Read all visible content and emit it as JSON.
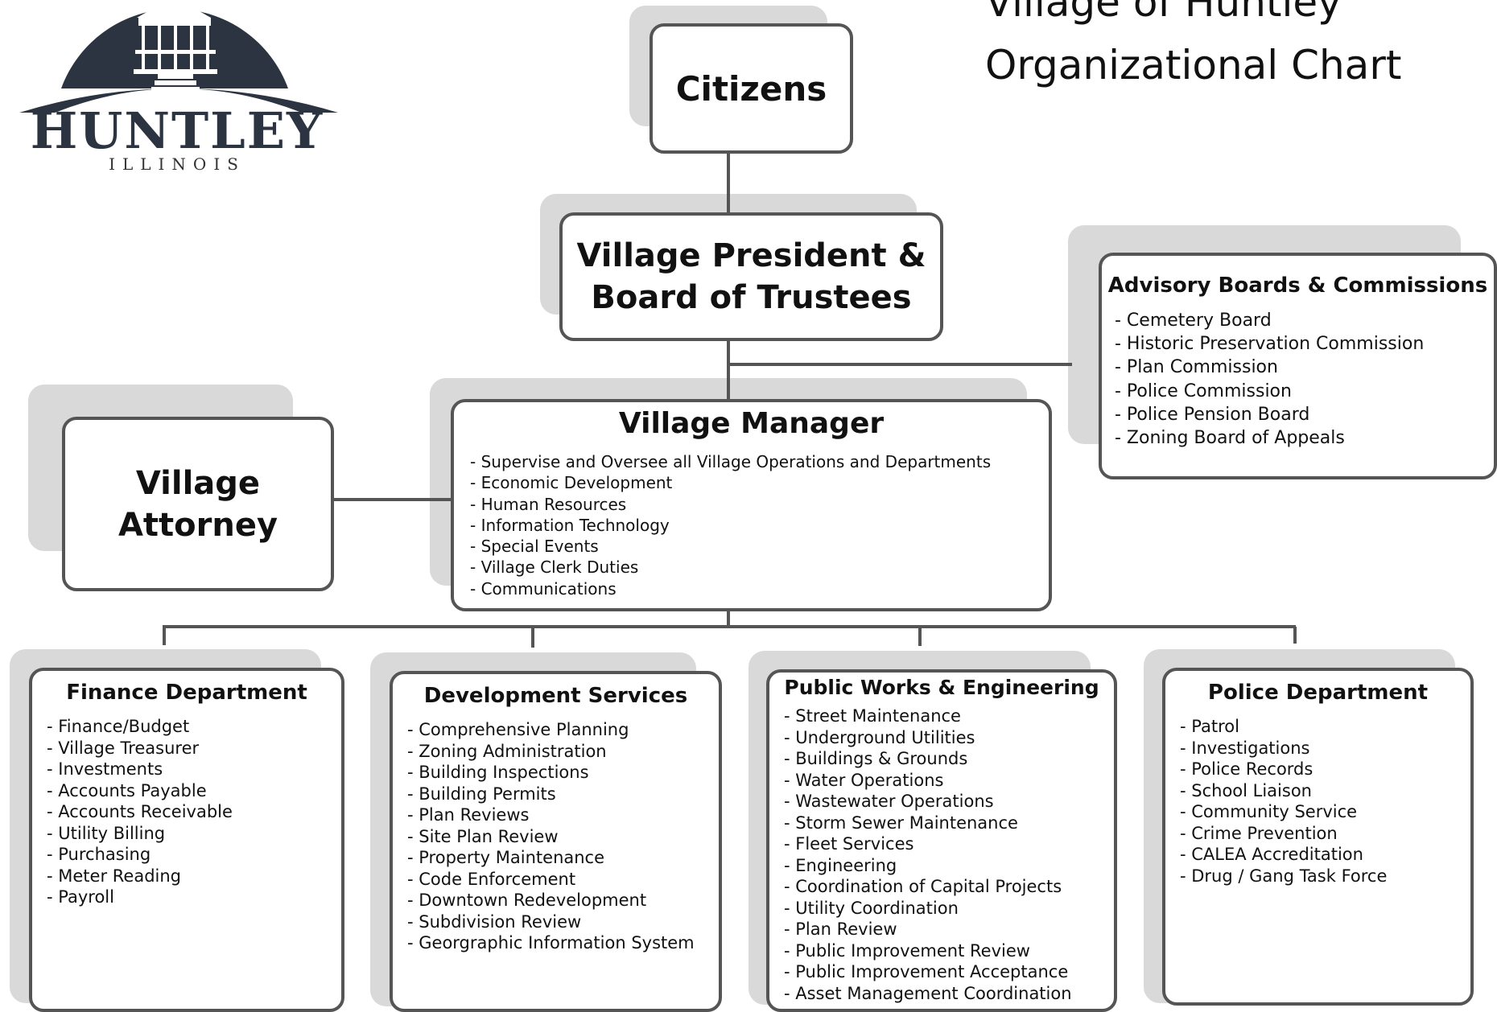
{
  "logo": {
    "name": "HUNTLEY",
    "state": "ILLINOIS"
  },
  "page_title": {
    "line_1": "Village of Huntley",
    "line_2": "Organizational Chart"
  },
  "colors": {
    "box_border": "#555555",
    "connector": "#555555",
    "shadow": "#d9d9d9",
    "logo_dark": "#2b3440"
  },
  "citizens": {
    "title": "Citizens"
  },
  "board": {
    "title_line_1": "Village President &",
    "title_line_2": "Board of Trustees"
  },
  "attorney": {
    "title_line_1": "Village",
    "title_line_2": "Attorney"
  },
  "manager": {
    "title": "Village Manager",
    "items": [
      "- Supervise and Oversee all Village Operations and Departments",
      "- Economic Development",
      "- Human Resources",
      "- Information Technology",
      "- Special Events",
      "- Village Clerk Duties",
      "- Communications"
    ]
  },
  "advisory": {
    "title": "Advisory Boards & Commissions",
    "items": [
      "- Cemetery Board",
      "- Historic Preservation Commission",
      "- Plan Commission",
      "- Police Commission",
      "- Police Pension Board",
      "- Zoning Board of Appeals"
    ]
  },
  "departments": {
    "finance": {
      "title": "Finance Department",
      "items": [
        "- Finance/Budget",
        "- Village Treasurer",
        "- Investments",
        "- Accounts Payable",
        "- Accounts Receivable",
        "- Utility Billing",
        "- Purchasing",
        "- Meter Reading",
        "- Payroll"
      ]
    },
    "development": {
      "title": "Development Services",
      "items": [
        "- Comprehensive Planning",
        "- Zoning Administration",
        "- Building Inspections",
        "- Building Permits",
        "- Plan Reviews",
        "- Site Plan Review",
        "- Property Maintenance",
        "- Code Enforcement",
        "- Downtown Redevelopment",
        "- Subdivision Review",
        "- Georgraphic Information System"
      ]
    },
    "public_works": {
      "title": "Public Works & Engineering",
      "items": [
        "- Street Maintenance",
        "- Underground Utilities",
        "- Buildings & Grounds",
        "- Water Operations",
        "- Wastewater Operations",
        "- Storm Sewer Maintenance",
        "- Fleet Services",
        "- Engineering",
        "- Coordination of Capital Projects",
        "- Utility Coordination",
        "- Plan Review",
        "- Public Improvement Review",
        "- Public Improvement Acceptance",
        "- Asset Management Coordination"
      ]
    },
    "police": {
      "title": "Police Department",
      "items": [
        "- Patrol",
        "- Investigations",
        "- Police Records",
        "- School Liaison",
        "- Community Service",
        "- Crime Prevention",
        "- CALEA Accreditation",
        "- Drug / Gang Task Force"
      ]
    }
  }
}
